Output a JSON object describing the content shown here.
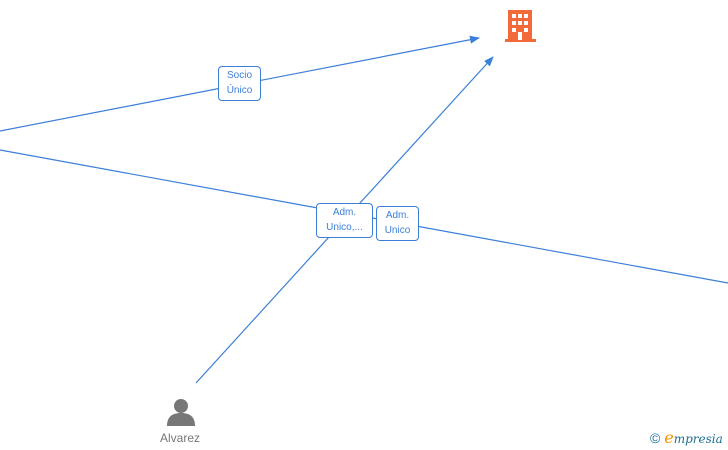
{
  "colors": {
    "edge": "#3b7fd9",
    "company": "#f26a3a",
    "person": "#777777"
  },
  "company": {
    "icon": "building-icon"
  },
  "person": {
    "icon": "person-icon",
    "name": "Alvarez"
  },
  "edges": [
    {
      "label_line1": "Socio",
      "label_line2": "Único"
    },
    {
      "label_line1": "Adm.",
      "label_line2": "Unico"
    },
    {
      "label_line1": "Adm.",
      "label_line2": "Unico,..."
    }
  ],
  "footer": {
    "copyright": "©",
    "brand_e": "e",
    "brand_rest": "mpresia"
  }
}
